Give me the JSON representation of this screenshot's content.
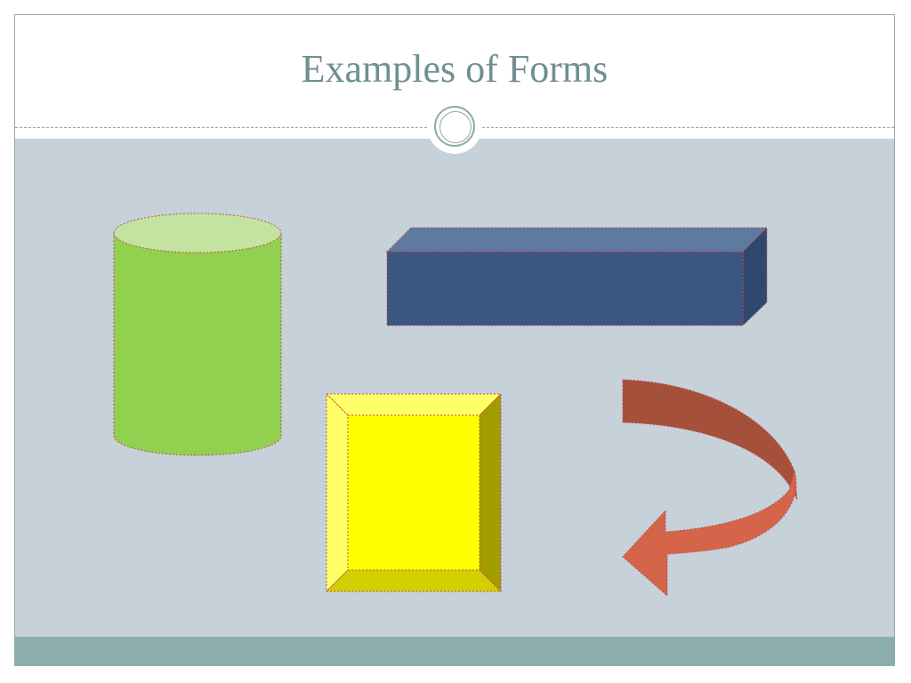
{
  "slide": {
    "title": "Examples of Forms"
  },
  "colors": {
    "title_text": "#6f8f91",
    "frame_border": "#8fa9aa",
    "content_background": "#c6d1d9",
    "footer_bar": "#8badad",
    "shape_outline": "#c0504d",
    "cylinder_body": "#92d050",
    "cylinder_top": "#c3e3a0",
    "box_front": "#3a5683",
    "box_top": "#5f7aa1",
    "box_side": "#2f4870",
    "bevel_face": "#ffff00",
    "bevel_top_left": "#ffff66",
    "bevel_bottom": "#d4cf00",
    "bevel_right": "#a19c00",
    "arrow_back": "#a4503a",
    "arrow_front": "#d4644a"
  },
  "shapes": [
    {
      "name": "cylinder",
      "icon": "cylinder-shape"
    },
    {
      "name": "rectangular-prism",
      "icon": "box-shape"
    },
    {
      "name": "bevel",
      "icon": "bevel-shape"
    },
    {
      "name": "curved-arrow",
      "icon": "curved-arrow-shape"
    }
  ]
}
